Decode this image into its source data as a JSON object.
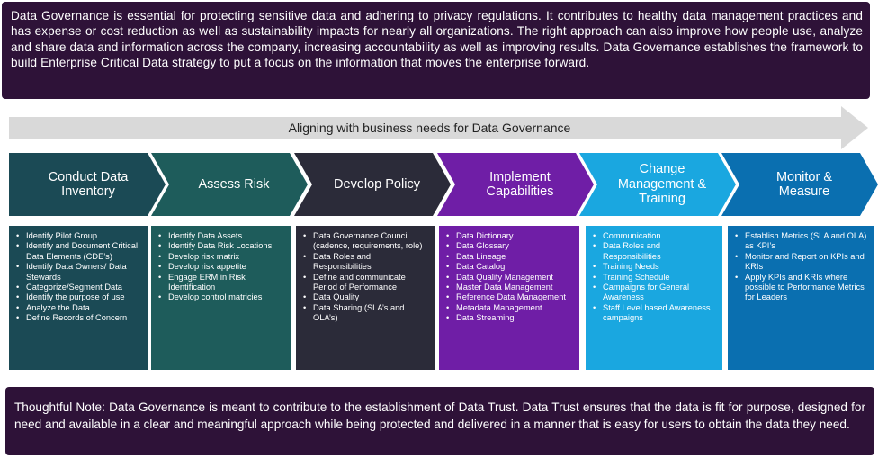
{
  "intro": {
    "text": "Data Governance is essential for protecting sensitive data and adhering to privacy regulations. It contributes to healthy data management practices and has expense or cost reduction as well as sustainability impacts for nearly all organizations. The right approach can also improve how people use, analyze and share data and information across the company, increasing accountability as well as improving results. Data Governance establishes the framework to build Enterprise Critical Data strategy to put a focus on the information that moves the enterprise forward."
  },
  "banner": {
    "text": "Aligning with business needs for Data Governance"
  },
  "colors": {
    "dark_box": "#2e1238",
    "banner_arrow": "#d9d9d9",
    "stage_1": "#1b4a55",
    "stage_2": "#1e5c5b",
    "stage_3": "#2b2b39",
    "stage_4": "#6f1ea6",
    "stage_5": "#1aa7e0",
    "stage_6": "#0a6fb0"
  },
  "stages": [
    {
      "title": "Conduct Data Inventory",
      "items": [
        "Identify Pilot Group",
        "Identify and Document Critical Data Elements (CDE’s)",
        "Identify Data Owners/ Data Stewards",
        "Categorize/Segment Data",
        "Identify the purpose of use",
        "Analyze the Data",
        "Define Records of Concern"
      ]
    },
    {
      "title": "Assess Risk",
      "items": [
        "Identify Data Assets",
        "Identify Data Risk Locations",
        "Develop risk matrix",
        "Develop risk appetite",
        "Engage ERM in Risk Identification",
        "Develop control matricies"
      ]
    },
    {
      "title": "Develop Policy",
      "items": [
        "Data Governance Council (cadence, requirements, role)",
        "Data Roles and Responsibilities",
        "Define and communicate Period of Performance",
        "Data Quality",
        "Data Sharing (SLA’s and OLA’s)"
      ]
    },
    {
      "title": "Implement Capabilities",
      "items": [
        "Data Dictionary",
        "Data Glossary",
        "Data Lineage",
        "Data Catalog",
        "Data Quality Management",
        "Master Data Management",
        "Reference Data Management",
        "Metadata Management",
        "Data Streaming"
      ]
    },
    {
      "title": "Change Management & Training",
      "items": [
        "Communication",
        "Data Roles and Responsibilities",
        "Training Needs",
        "Training Schedule",
        "Campaigns for General Awareness",
        "Staff Level based Awareness campaigns"
      ]
    },
    {
      "title": "Monitor & Measure",
      "items": [
        "Establish Metrics (SLA and OLA)  as KPI’s",
        "Monitor and Report on KPIs and KRIs",
        "Apply KPIs and KRIs where possible to Performance Metrics for Leaders"
      ]
    }
  ],
  "note": {
    "text": "Thoughtful Note:  Data Governance is meant to contribute to the establishment of Data Trust. Data Trust ensures that the data is fit for purpose, designed for need and available in a clear and meaningful approach while being protected and delivered in a manner that is easy for users to obtain the data they need."
  }
}
